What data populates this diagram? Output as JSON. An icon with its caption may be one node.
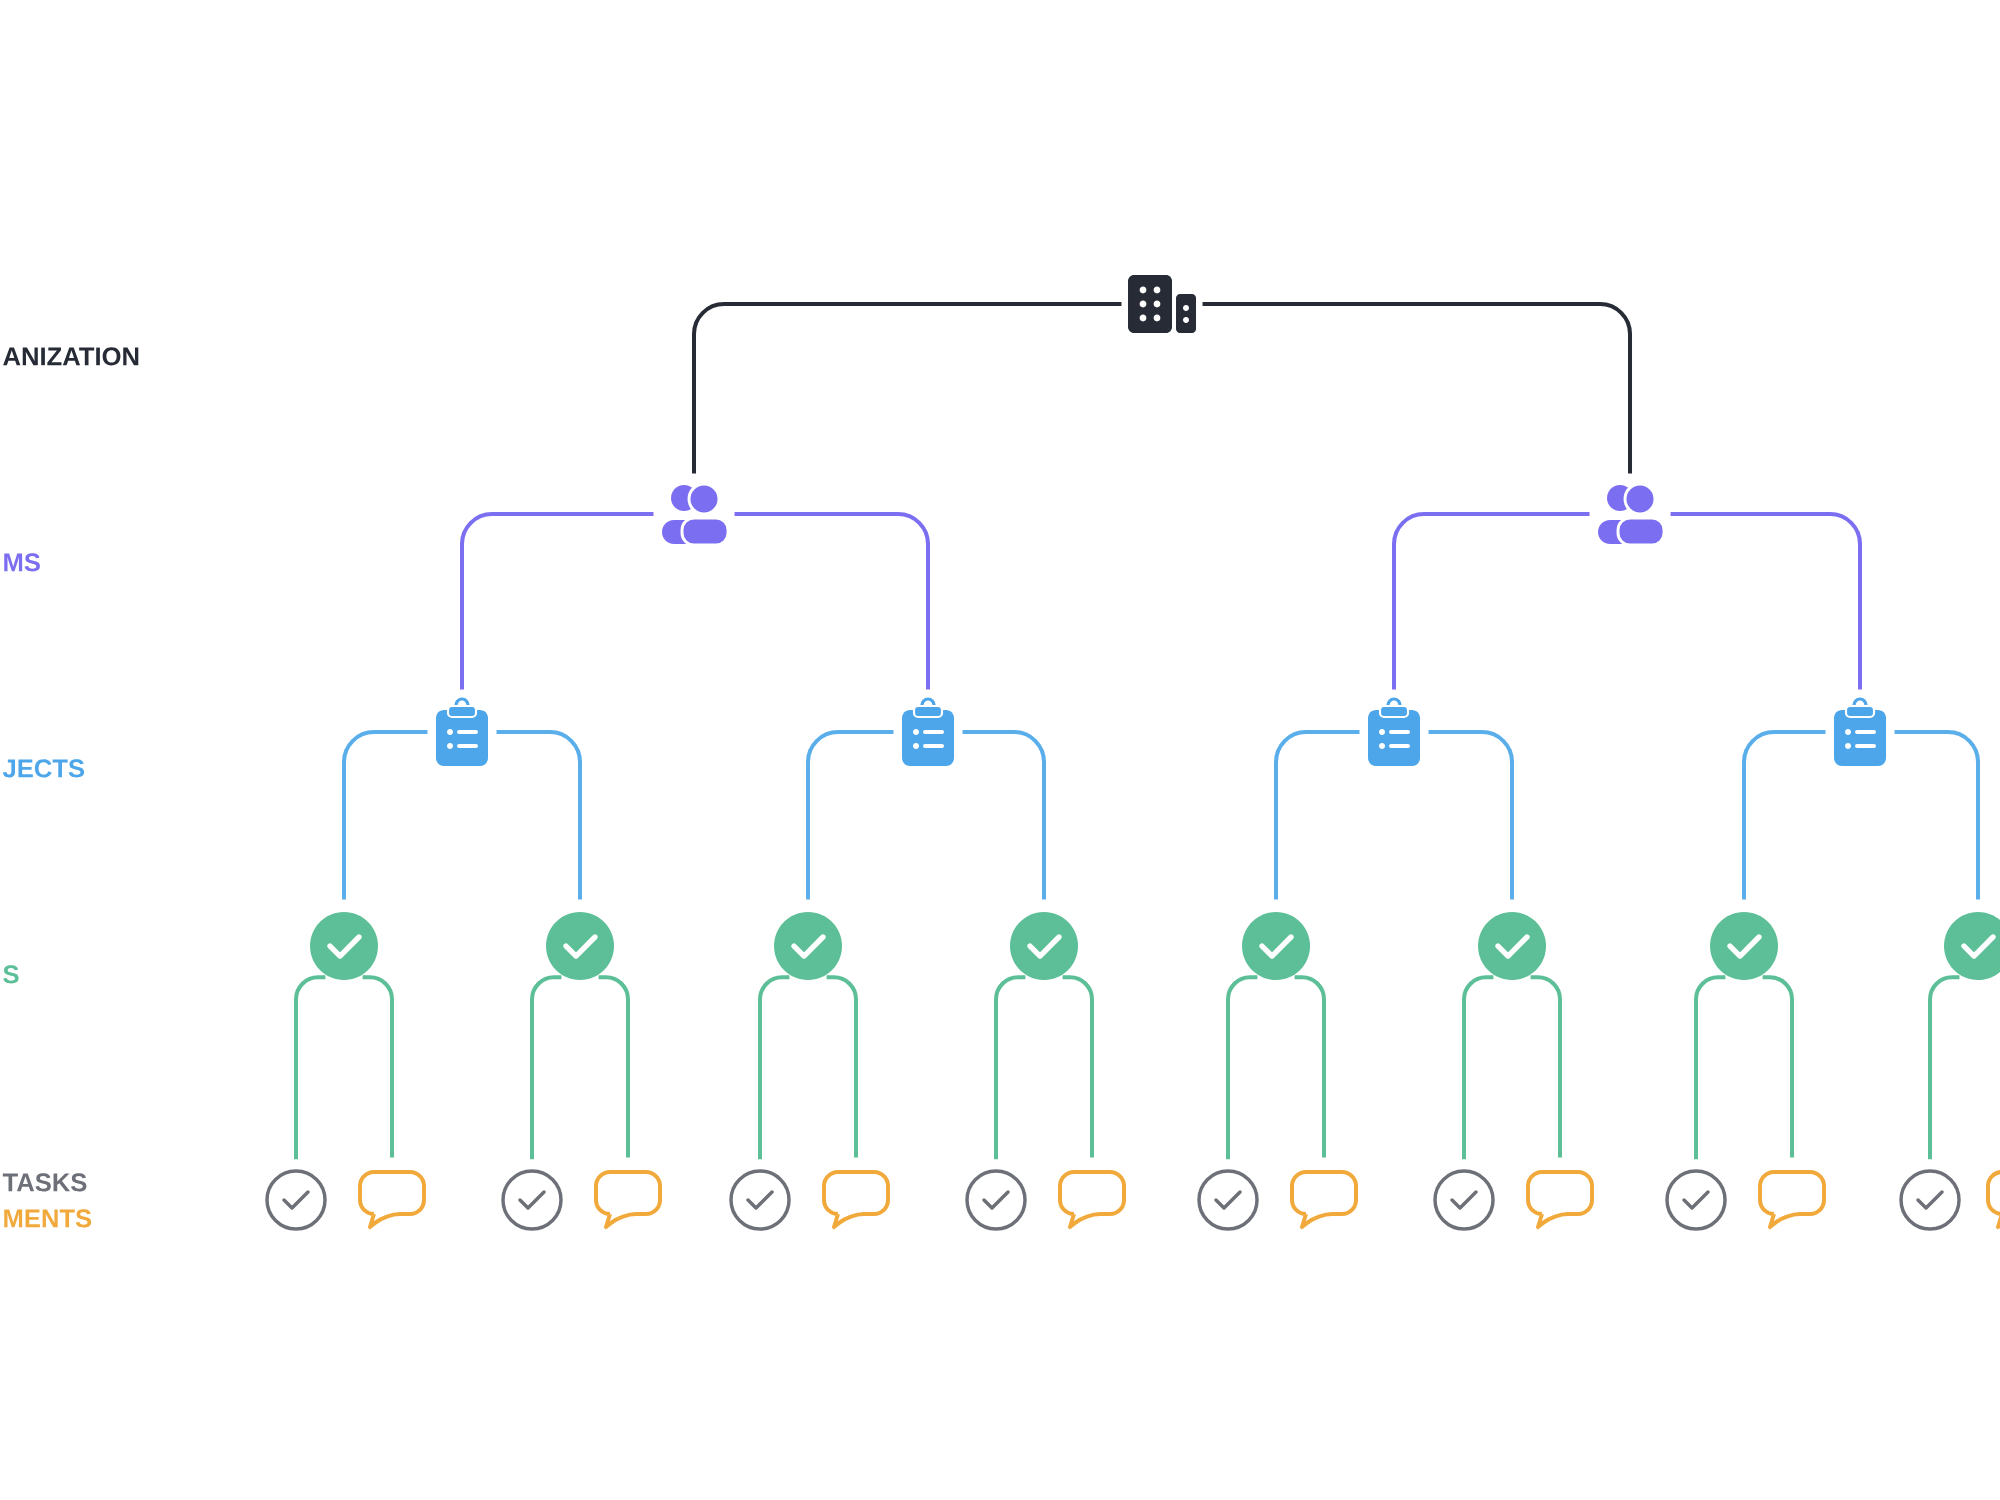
{
  "diagram": {
    "nodes": [
      {
        "text": [],
        "shape": "picture"
      },
      {
        "text": [],
        "shape": "person"
      },
      {
        "text": [],
        "shape": "person"
      },
      {
        "text": [],
        "shape": "picture"
      },
      {
        "text": [],
        "shape": "picture"
      },
      {
        "text": [],
        "shape": "picture"
      },
      {
        "text": [],
        "shape": "picture"
      },
      {
        "text": [],
        "shape": "circle"
      },
      {
        "text": [],
        "shape": "circle"
      },
      {
        "text": [],
        "shape": "circle"
      },
      {
        "text": [],
        "shape": "circle"
      },
      {
        "text": [],
        "shape": "circle"
      },
      {
        "text": [],
        "shape": "circle"
      },
      {
        "text": [],
        "shape": "circle"
      },
      {
        "text": [],
        "shape": "circle"
      },
      {
        "text": [],
        "shape": "circle"
      },
      {
        "text": [],
        "shape": "picture"
      },
      {
        "text": [],
        "shape": "circle"
      },
      {
        "text": [],
        "shape": "picture"
      },
      {
        "text": [],
        "shape": "circle"
      },
      {
        "text": [],
        "shape": "picture"
      },
      {
        "text": [],
        "shape": "circle"
      },
      {
        "text": [],
        "shape": "picture"
      },
      {
        "text": [],
        "shape": "circle"
      },
      {
        "text": [],
        "shape": "picture"
      },
      {
        "text": [],
        "shape": "circle"
      },
      {
        "text": [],
        "shape": "picture"
      },
      {
        "text": [],
        "shape": "circle"
      },
      {
        "text": [],
        "shape": "picture"
      },
      {
        "text": [],
        "shape": "circle"
      },
      {
        "text": [],
        "shape": "picture"
      }
    ],
    "edges": [
      {
        "from": 0,
        "to": 1,
        "arrow": "none",
        "color": "#262b36"
      },
      {
        "from": 0,
        "to": 2,
        "arrow": "none",
        "color": "#262b36"
      },
      {
        "from": 1,
        "to": 3,
        "arrow": "none",
        "color": "#7b6ef0"
      },
      {
        "from": 1,
        "to": 4,
        "arrow": "none",
        "color": "#7b6ef0"
      },
      {
        "from": 2,
        "to": 5,
        "arrow": "none",
        "color": "#7b6ef0"
      },
      {
        "from": 2,
        "to": 6,
        "arrow": "none",
        "color": "#7b6ef0"
      },
      {
        "from": 3,
        "to": 7,
        "arrow": "none",
        "color": "#5aaeea"
      },
      {
        "from": 3,
        "to": 8,
        "arrow": "none",
        "color": "#5aaeea"
      },
      {
        "from": 4,
        "to": 9,
        "arrow": "none",
        "color": "#5aaeea"
      },
      {
        "from": 4,
        "to": 10,
        "arrow": "none",
        "color": "#5aaeea"
      },
      {
        "from": 5,
        "to": 11,
        "arrow": "none",
        "color": "#5aaeea"
      },
      {
        "from": 5,
        "to": 12,
        "arrow": "none",
        "color": "#5aaeea"
      },
      {
        "from": 6,
        "to": 13,
        "arrow": "none",
        "color": "#5aaeea"
      },
      {
        "from": 6,
        "to": 14,
        "arrow": "none",
        "color": "#5aaeea"
      },
      {
        "from": 7,
        "to": 15,
        "arrow": "none"
      },
      {
        "from": 7,
        "to": 16,
        "arrow": "none"
      },
      {
        "from": 8,
        "to": 17,
        "arrow": "none"
      },
      {
        "from": 8,
        "to": 18,
        "arrow": "none"
      },
      {
        "from": 9,
        "to": 19,
        "arrow": "none"
      },
      {
        "from": 9,
        "to": 20,
        "arrow": "none"
      },
      {
        "from": 10,
        "to": 21,
        "arrow": "none"
      },
      {
        "from": 10,
        "to": 22,
        "arrow": "none"
      },
      {
        "from": 11,
        "to": 23,
        "arrow": "none"
      },
      {
        "from": 11,
        "to": 24,
        "arrow": "none"
      },
      {
        "from": 12,
        "to": 25,
        "arrow": "none"
      },
      {
        "from": 12,
        "to": 26,
        "arrow": "none"
      },
      {
        "from": 13,
        "to": 27,
        "arrow": "none"
      },
      {
        "from": 13,
        "to": 28,
        "arrow": "none"
      },
      {
        "from": 14,
        "to": 29,
        "arrow": "none"
      }
    ],
    "labels": [
      "ANIZATION",
      "MS",
      "JECTS",
      "S",
      "TASKS",
      "MENTS"
    ]
  }
}
